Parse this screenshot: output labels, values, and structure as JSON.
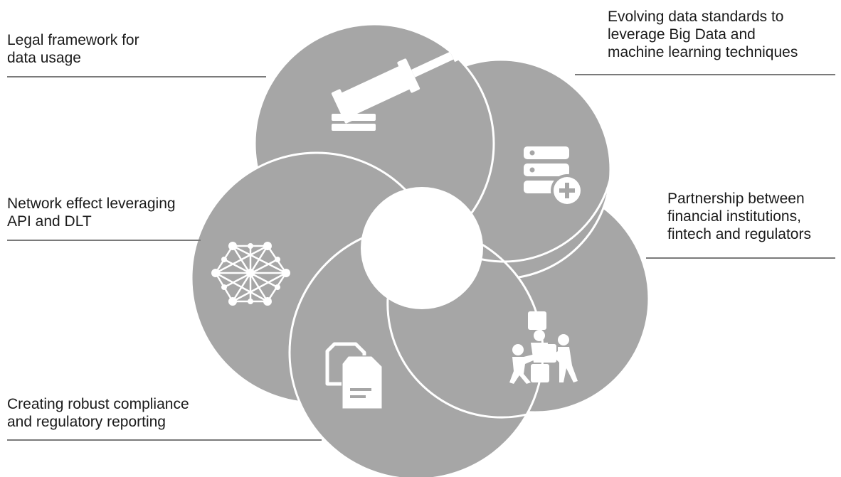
{
  "diagram": {
    "labels": {
      "legal": "Legal framework for\ndata usage",
      "standards": "Evolving data standards to\nleverage Big Data and\nmachine learning techniques",
      "network": "Network effect leveraging\nAPI and DLT",
      "partnership": "Partnership between\nfinancial institutions,\nfintech and regulators",
      "compliance": "Creating robust compliance\nand regulatory reporting"
    },
    "icons": [
      "gavel-icon",
      "database-plus-icon",
      "network-icon",
      "documents-icon",
      "teamwork-icon"
    ],
    "colors": {
      "petal": "#a6a6a6",
      "petal_edge": "#ffffff",
      "icon": "#ffffff",
      "rule": "#7a7a7a",
      "text": "#1a1a1a"
    }
  }
}
